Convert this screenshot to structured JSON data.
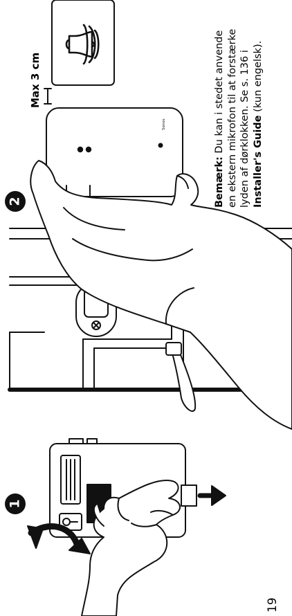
{
  "page_number": "19",
  "steps": [
    {
      "number": "1"
    },
    {
      "number": "2"
    }
  ],
  "measurement_label": "Max 3 cm",
  "brand": "Sonos",
  "note": {
    "bold_prefix": "Bemærk:",
    "line1": "Du kan i stedet anvende",
    "line2": "en ekstern mikrofon til at forstærke",
    "line3": "lyden af dørklokken. Se s. 136 i",
    "guide_name": "Installer's Guide",
    "guide_suffix": "(kun engelsk)."
  },
  "icons": [
    "doorbell-chime-icon",
    "curved-arrow-icon",
    "push-arrow-icon",
    "keyhole-icon"
  ]
}
